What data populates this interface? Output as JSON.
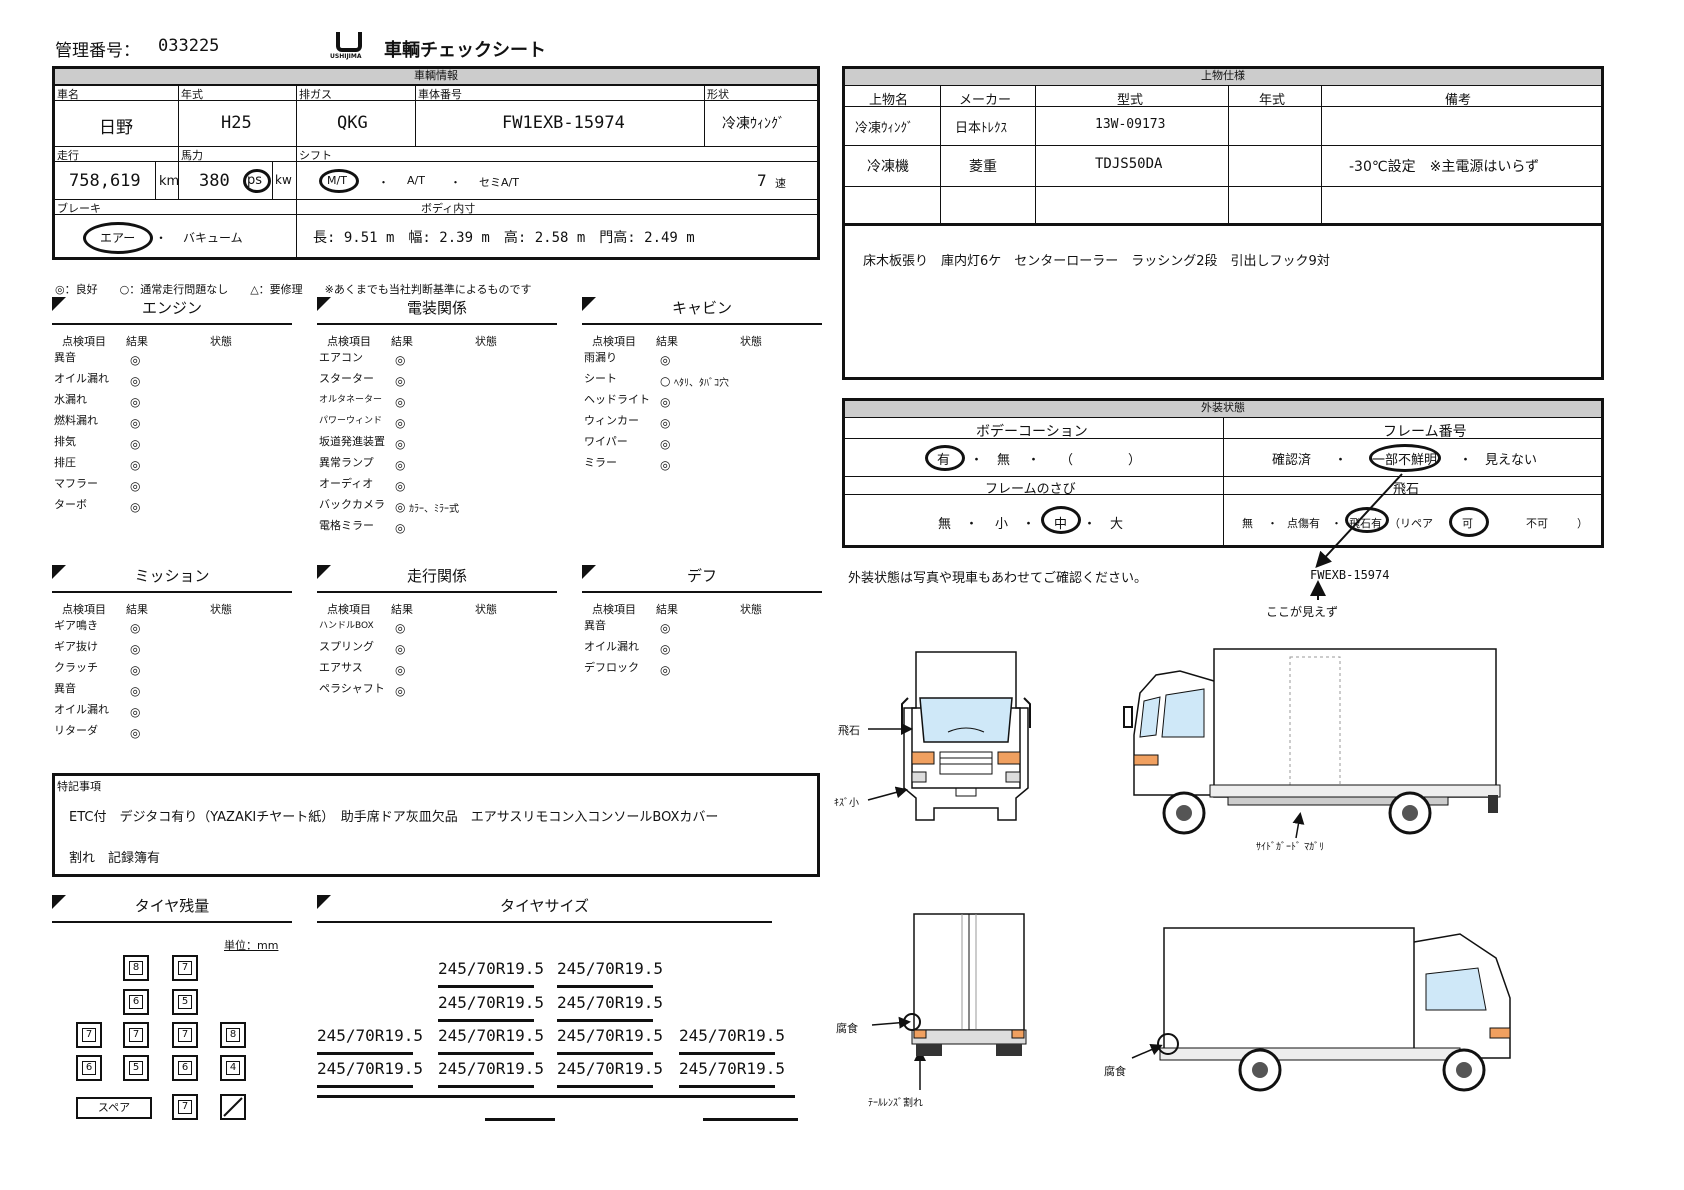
{
  "header": {
    "mgmt_label": "管理番号：",
    "mgmt_no": "033225",
    "logo_text": "USHIJIMA",
    "title": "車輌チェックシート"
  },
  "vehicle": {
    "section": "車輌情報",
    "h_name": "車名",
    "v_name": "日野",
    "h_year": "年式",
    "v_year": "H25",
    "h_gas": "排ガス",
    "v_gas": "QKG",
    "h_body": "車体番号",
    "v_body": "FW1EXB-15974",
    "h_shape": "形状",
    "v_shape": "冷凍ｳｨﾝｸﾞ",
    "h_run": "走行",
    "v_run": "758,619",
    "u_run": "km",
    "h_hp": "馬力",
    "v_hp": "380",
    "u_ps": "ps",
    "u_kw": "kw",
    "h_shift": "シフト",
    "s_mt": "M/T",
    "s_dot1": "・",
    "s_at": "A/T",
    "s_dot2": "・",
    "s_semi": "セミA/T",
    "s_speed": "7",
    "s_speed_u": "速",
    "h_brake": "ブレーキ",
    "b_air": "エアー",
    "b_dot": "・",
    "b_vac": "バキューム",
    "h_inner": "ボディ内寸",
    "dims": "長: 9.51 m　幅: 2.39 m　高: 2.58 m　門高: 2.49 m"
  },
  "legend": "◎：良好　　○：通常走行問題なし　　△：要修理　　※あくまでも当社判断基準によるものです",
  "col_item": "点検項目",
  "col_result": "結果",
  "col_state": "状態",
  "engine": {
    "title": "エンジン",
    "rows": [
      {
        "n": "異音",
        "r": "◎",
        "s": ""
      },
      {
        "n": "オイル漏れ",
        "r": "◎",
        "s": ""
      },
      {
        "n": "水漏れ",
        "r": "◎",
        "s": ""
      },
      {
        "n": "燃料漏れ",
        "r": "◎",
        "s": ""
      },
      {
        "n": "排気",
        "r": "◎",
        "s": ""
      },
      {
        "n": "排圧",
        "r": "◎",
        "s": ""
      },
      {
        "n": "マフラー",
        "r": "◎",
        "s": ""
      },
      {
        "n": "ターボ",
        "r": "◎",
        "s": ""
      }
    ]
  },
  "electric": {
    "title": "電装関係",
    "rows": [
      {
        "n": "エアコン",
        "r": "◎",
        "s": ""
      },
      {
        "n": "スターター",
        "r": "◎",
        "s": ""
      },
      {
        "n": "オルタネーター",
        "r": "◎",
        "s": ""
      },
      {
        "n": "パワーウィンド",
        "r": "◎",
        "s": ""
      },
      {
        "n": "坂道発進装置",
        "r": "◎",
        "s": ""
      },
      {
        "n": "異常ランプ",
        "r": "◎",
        "s": ""
      },
      {
        "n": "オーディオ",
        "r": "◎",
        "s": ""
      },
      {
        "n": "バックカメラ",
        "r": "◎",
        "s": "ｶﾗｰ、ﾐﾗｰ式"
      },
      {
        "n": "電格ミラー",
        "r": "◎",
        "s": ""
      }
    ]
  },
  "cabin": {
    "title": "キャビン",
    "rows": [
      {
        "n": "雨漏り",
        "r": "◎",
        "s": ""
      },
      {
        "n": "シート",
        "r": "○",
        "s": "ﾍﾀﾘ、ﾀﾊﾞｺ穴"
      },
      {
        "n": "ヘッドライト",
        "r": "◎",
        "s": ""
      },
      {
        "n": "ウィンカー",
        "r": "◎",
        "s": ""
      },
      {
        "n": "ワイパー",
        "r": "◎",
        "s": ""
      },
      {
        "n": "ミラー",
        "r": "◎",
        "s": ""
      }
    ]
  },
  "mission": {
    "title": "ミッション",
    "rows": [
      {
        "n": "ギア鳴き",
        "r": "◎",
        "s": ""
      },
      {
        "n": "ギア抜け",
        "r": "◎",
        "s": ""
      },
      {
        "n": "クラッチ",
        "r": "◎",
        "s": ""
      },
      {
        "n": "異音",
        "r": "◎",
        "s": ""
      },
      {
        "n": "オイル漏れ",
        "r": "◎",
        "s": ""
      },
      {
        "n": "リターダ",
        "r": "◎",
        "s": ""
      }
    ]
  },
  "drive": {
    "title": "走行関係",
    "rows": [
      {
        "n": "ハンドルBOX",
        "r": "◎",
        "s": ""
      },
      {
        "n": "スプリング",
        "r": "◎",
        "s": ""
      },
      {
        "n": "エアサス",
        "r": "◎",
        "s": ""
      },
      {
        "n": "ペラシャフト",
        "r": "◎",
        "s": ""
      }
    ]
  },
  "diff": {
    "title": "デフ",
    "rows": [
      {
        "n": "異音",
        "r": "◎",
        "s": ""
      },
      {
        "n": "オイル漏れ",
        "r": "◎",
        "s": ""
      },
      {
        "n": "デフロック",
        "r": "◎",
        "s": ""
      }
    ]
  },
  "notes": {
    "label": "特記事項",
    "line1": "ETC付　デジタコ有り（YAZAKIチヤート紙）　助手席ドア灰皿欠品　エアサスリモコン入コンソールBOXカバー",
    "line2": "割れ　記録簿有"
  },
  "tire_remain": {
    "title": "タイヤ残量",
    "unit": "単位：mm",
    "r1": [
      "8",
      "7"
    ],
    "r2": [
      "6",
      "5"
    ],
    "r3": [
      "7",
      "7",
      "7",
      "8"
    ],
    "r4": [
      "6",
      "5",
      "6",
      "4"
    ],
    "spare": "スペア",
    "spare_v": "7"
  },
  "tire_size": {
    "title": "タイヤサイズ",
    "size": "245/70R19.5"
  },
  "body_spec": {
    "section": "上物仕様",
    "h1": "上物名",
    "h2": "メーカー",
    "h3": "型式",
    "h4": "年式",
    "h5": "備考",
    "r1": [
      "冷凍ｳｨﾝｸﾞ",
      "日本ﾄﾚｸｽ",
      "13W-09173",
      "",
      ""
    ],
    "r2": [
      "冷凍機",
      "菱重",
      "TDJS50DA",
      "",
      "-30℃設定　※主電源はいらず"
    ],
    "desc": "床木板張り　庫内灯6ケ　センターローラー　ラッシング2段　引出しフック9対"
  },
  "exterior": {
    "section": "外装状態",
    "h_coat": "ボデーコーション",
    "coat": [
      "有",
      "・",
      "無",
      "・",
      "（",
      "）"
    ],
    "h_frame": "フレーム番号",
    "frame": [
      "確認済",
      "・",
      "一部不鮮明",
      "・",
      "見えない"
    ],
    "h_rust": "フレームのさび",
    "rust": [
      "無",
      "・",
      "小",
      "・",
      "中",
      "・",
      "大"
    ],
    "h_chip": "飛石",
    "chip": [
      "無",
      "・",
      "点傷有",
      "・",
      "飛石有",
      "（リペア",
      "可",
      "不可",
      "）"
    ],
    "note": "外装状態は写真や現車もあわせてご確認ください。",
    "frame_no": "FWEXB-15974",
    "frame_note": "ここが見えず"
  },
  "marks": {
    "chip": "飛石",
    "scratch": "ｷｽﾞ小",
    "side_guard": "ｻｲﾄﾞｶﾞｰﾄﾞ ﾏｶﾞﾘ",
    "corr1": "腐食",
    "corr2": "腐食",
    "tail": "ﾃｰﾙﾚﾝｽﾞ割れ"
  }
}
